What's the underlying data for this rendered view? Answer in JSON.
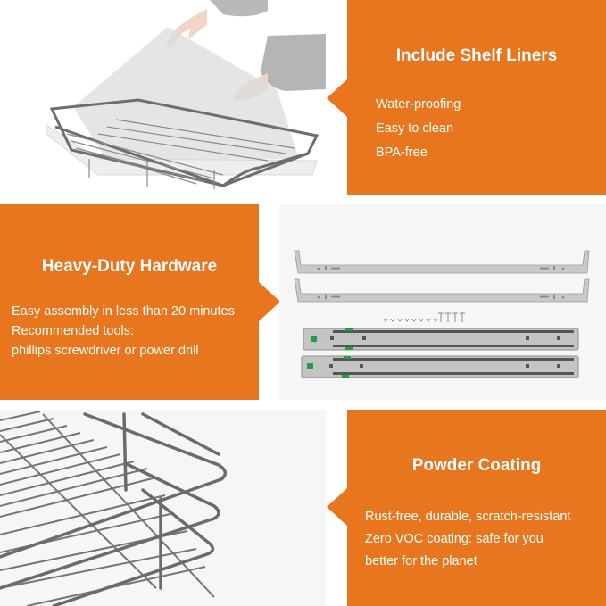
{
  "colors": {
    "accent_orange": "#E8761E",
    "panel_gray": "#F6F6F6",
    "text_on_accent": "#FFFFFF",
    "wire_gray": "#707070"
  },
  "sections": [
    {
      "id": "shelf-liners",
      "title": "Include Shelf Liners",
      "bullets": [
        "Water-proofing",
        "Easy to clean",
        "BPA-free"
      ],
      "image": "basket-with-shelf-liner-being-placed",
      "arrow_direction": "left"
    },
    {
      "id": "hardware",
      "title": "Heavy-Duty Hardware",
      "bullets": [
        "Easy assembly in less than 20 minutes",
        "Recommended tools:",
        "phillips screwdriver or power drill"
      ],
      "image": "mounting-brackets-slides-and-screws",
      "arrow_direction": "right"
    },
    {
      "id": "powder-coating",
      "title": "Powder Coating",
      "bullets": [
        "Rust-free, durable, scratch-resistant",
        "Zero VOC coating: safe for you",
        "better for the planet"
      ],
      "image": "wire-basket-corner-closeup",
      "arrow_direction": "left"
    }
  ]
}
